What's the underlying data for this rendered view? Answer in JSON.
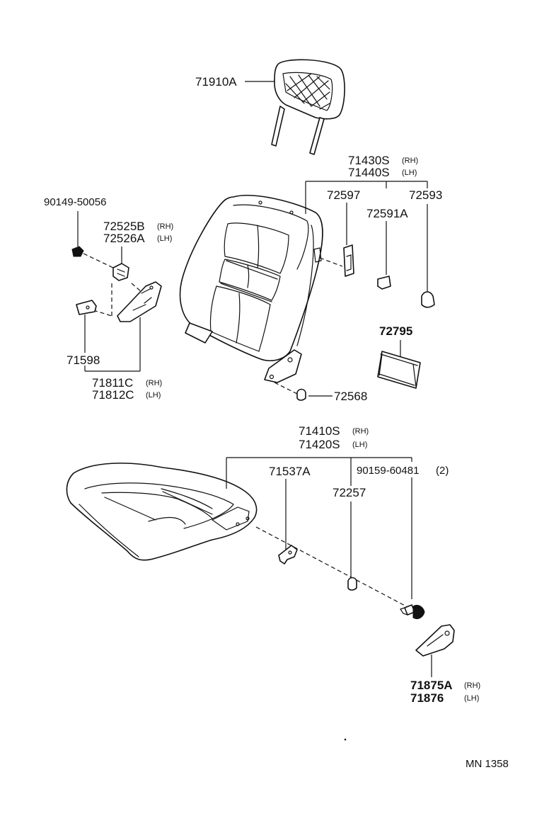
{
  "diagram_code": "MN 1358",
  "parts": {
    "headrest": "71910A",
    "back_cover_rh": "71430S",
    "back_cover_lh": "71440S",
    "back_part_a": "72597",
    "back_part_b": "72593",
    "back_part_c": "72591A",
    "bolt_upper": "90149-50056",
    "bracket_rh": "72525B",
    "bracket_lh": "72526A",
    "clip_71598": "71598",
    "hinge_cover_rh": "71811C",
    "hinge_cover_lh": "71812C",
    "pad_72795": "72795",
    "clip_72568": "72568",
    "cushion_cover_rh": "71410S",
    "cushion_cover_lh": "71420S",
    "cushion_part_a": "71537A",
    "cushion_part_b": "72257",
    "screw_lower": "90159-60481",
    "screw_lower_qty": "(2)",
    "shield_rh": "71875A",
    "shield_lh": "71876"
  },
  "side_tags": {
    "rh": "(RH)",
    "lh": "(LH)",
    "rh_compact": "(RH)",
    "lh_compact": "(LH)"
  }
}
